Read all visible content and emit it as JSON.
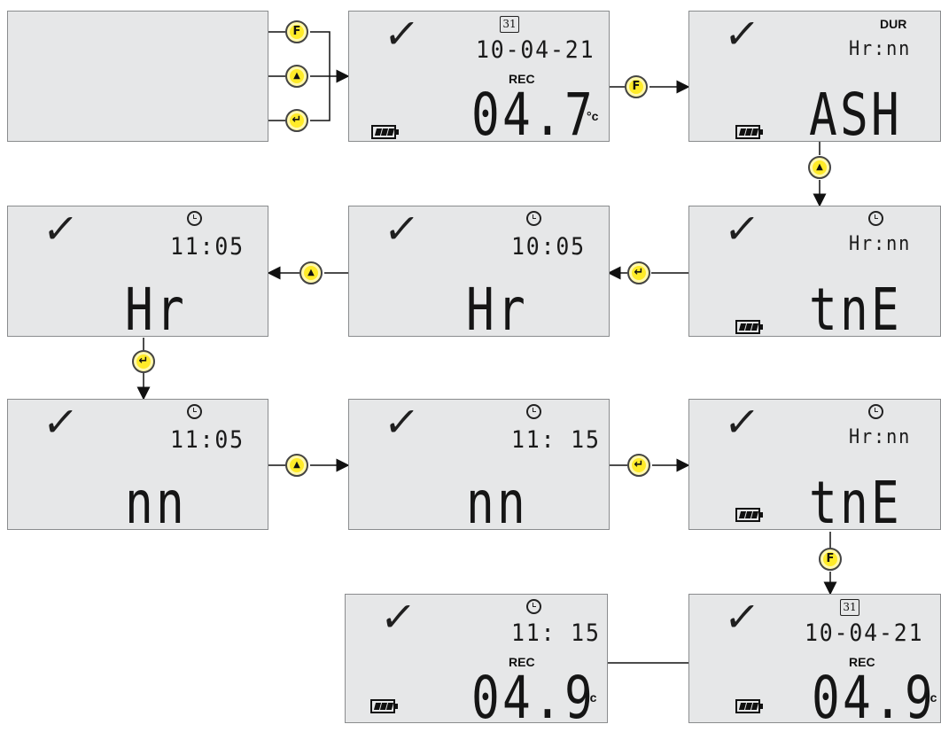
{
  "screens": {
    "blank": {},
    "s1": {
      "date": "10-04-21",
      "label": "REC",
      "value": "04.7",
      "unit": "°c"
    },
    "s2": {
      "label": "DUR",
      "top": "Hr:nn",
      "value": "ASH"
    },
    "s3": {
      "top": "Hr:nn",
      "value": "tnE"
    },
    "s4": {
      "top": "10:05",
      "value": "Hr"
    },
    "s5": {
      "top": "11:05",
      "value": "Hr"
    },
    "s6": {
      "top": "11:05",
      "value": "nn"
    },
    "s7": {
      "top": "11: 15",
      "value": "nn"
    },
    "s8": {
      "top": "Hr:nn",
      "value": "tnE"
    },
    "s9": {
      "top": "11: 15",
      "label": "REC",
      "value": "04.9",
      "unit": "°c"
    },
    "s10": {
      "date": "10-04-21",
      "label": "REC",
      "value": "04.9",
      "unit": "°c"
    }
  },
  "buttons": {
    "f": "F",
    "up": "▲",
    "enter": "↵"
  },
  "colors": {
    "button_fill": "#ffeb29",
    "lcd_bg": "#e6e7e8"
  },
  "icons": [
    "check-icon",
    "calendar-icon",
    "clock-icon",
    "battery-icon"
  ]
}
